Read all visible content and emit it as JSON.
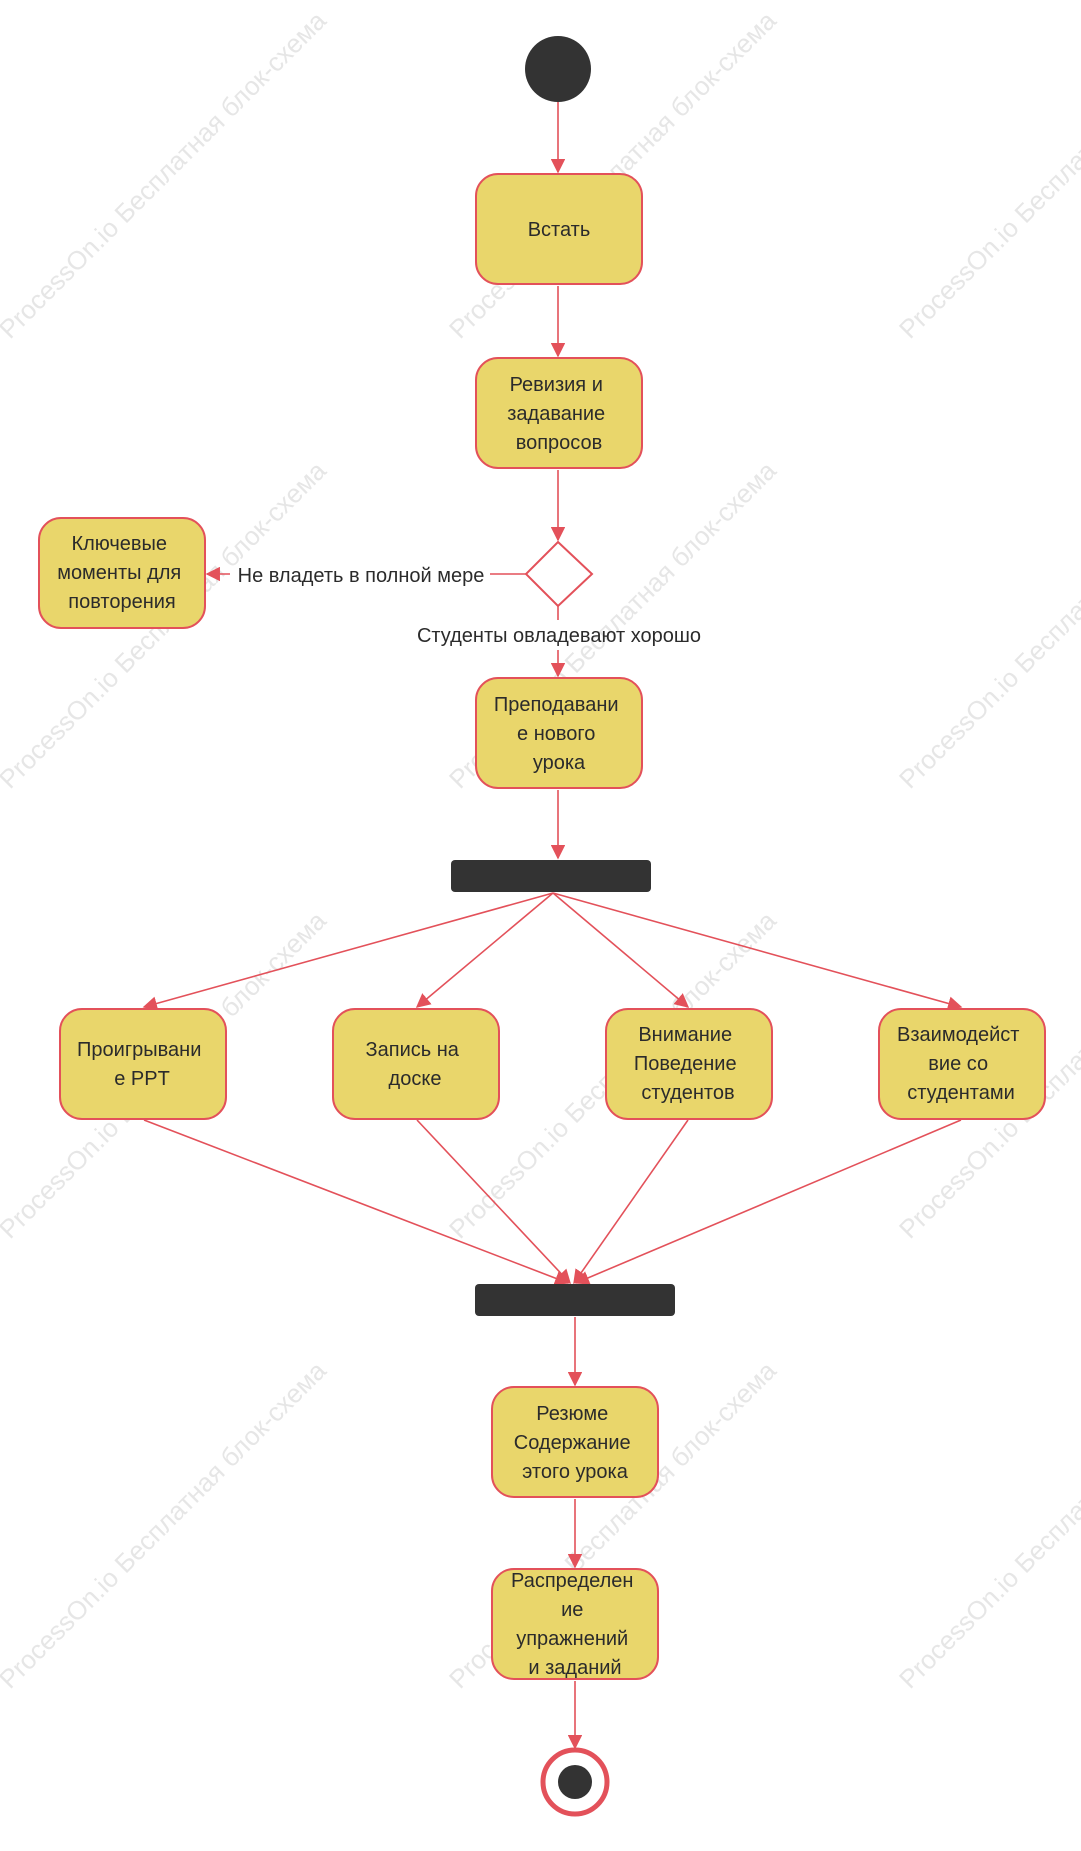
{
  "diagram": {
    "watermark": "ProcessOn.io Бесплатная блок-схема",
    "colors": {
      "node_fill": "#e9d66b",
      "node_stroke": "#e3515a",
      "edge": "#e3515a",
      "bar": "#333333",
      "text": "#2b2b2b"
    },
    "nodes": {
      "stand": {
        "lines": [
          "Встать"
        ]
      },
      "revision": {
        "lines": [
          "Ревизия и",
          "задавание",
          "вопросов"
        ]
      },
      "key_points": {
        "lines": [
          "Ключевые",
          "моменты для",
          "повторения"
        ]
      },
      "teach": {
        "lines": [
          "Преподавани",
          "е нового",
          "урока"
        ]
      },
      "ppt": {
        "lines": [
          "Проигрывани",
          "е PPT"
        ]
      },
      "board": {
        "lines": [
          "Запись на",
          "доске"
        ]
      },
      "attention": {
        "lines": [
          "Внимание",
          "Поведение",
          "студентов"
        ]
      },
      "interact": {
        "lines": [
          "Взаимодейст",
          "вие со",
          "студентами"
        ]
      },
      "summary": {
        "lines": [
          "Резюме",
          "Содержание",
          "этого урока"
        ]
      },
      "assign": {
        "lines": [
          "Распределен",
          "ие",
          "упражнений",
          "и заданий"
        ]
      }
    },
    "edge_labels": {
      "not_mastered": "Не владеть в полной мере",
      "mastered": "Студенты овладевают хорошо"
    }
  }
}
